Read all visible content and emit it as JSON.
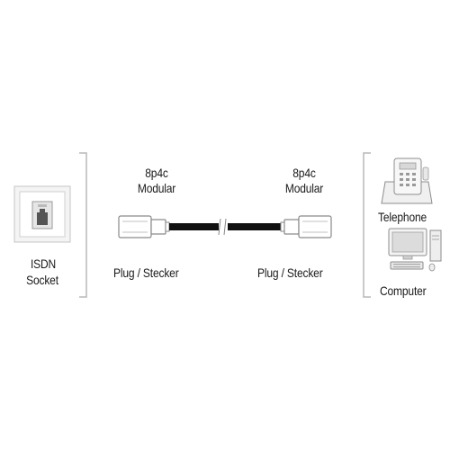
{
  "left_device": {
    "line1": "ISDN",
    "line2": "Socket",
    "icon": "isdn-wall-socket-icon"
  },
  "left_plug": {
    "type_line1": "8p4c",
    "type_line2": "Modular",
    "caption": "Plug / Stecker"
  },
  "right_plug": {
    "type_line1": "8p4c",
    "type_line2": "Modular",
    "caption": "Plug / Stecker"
  },
  "right_devices": [
    {
      "label": "Telephone",
      "icon": "telephone-icon"
    },
    {
      "label": "Computer",
      "icon": "computer-icon"
    }
  ],
  "colors": {
    "line": "#b0b0b0",
    "cable": "#111111",
    "ink": "#1a1a1a"
  }
}
